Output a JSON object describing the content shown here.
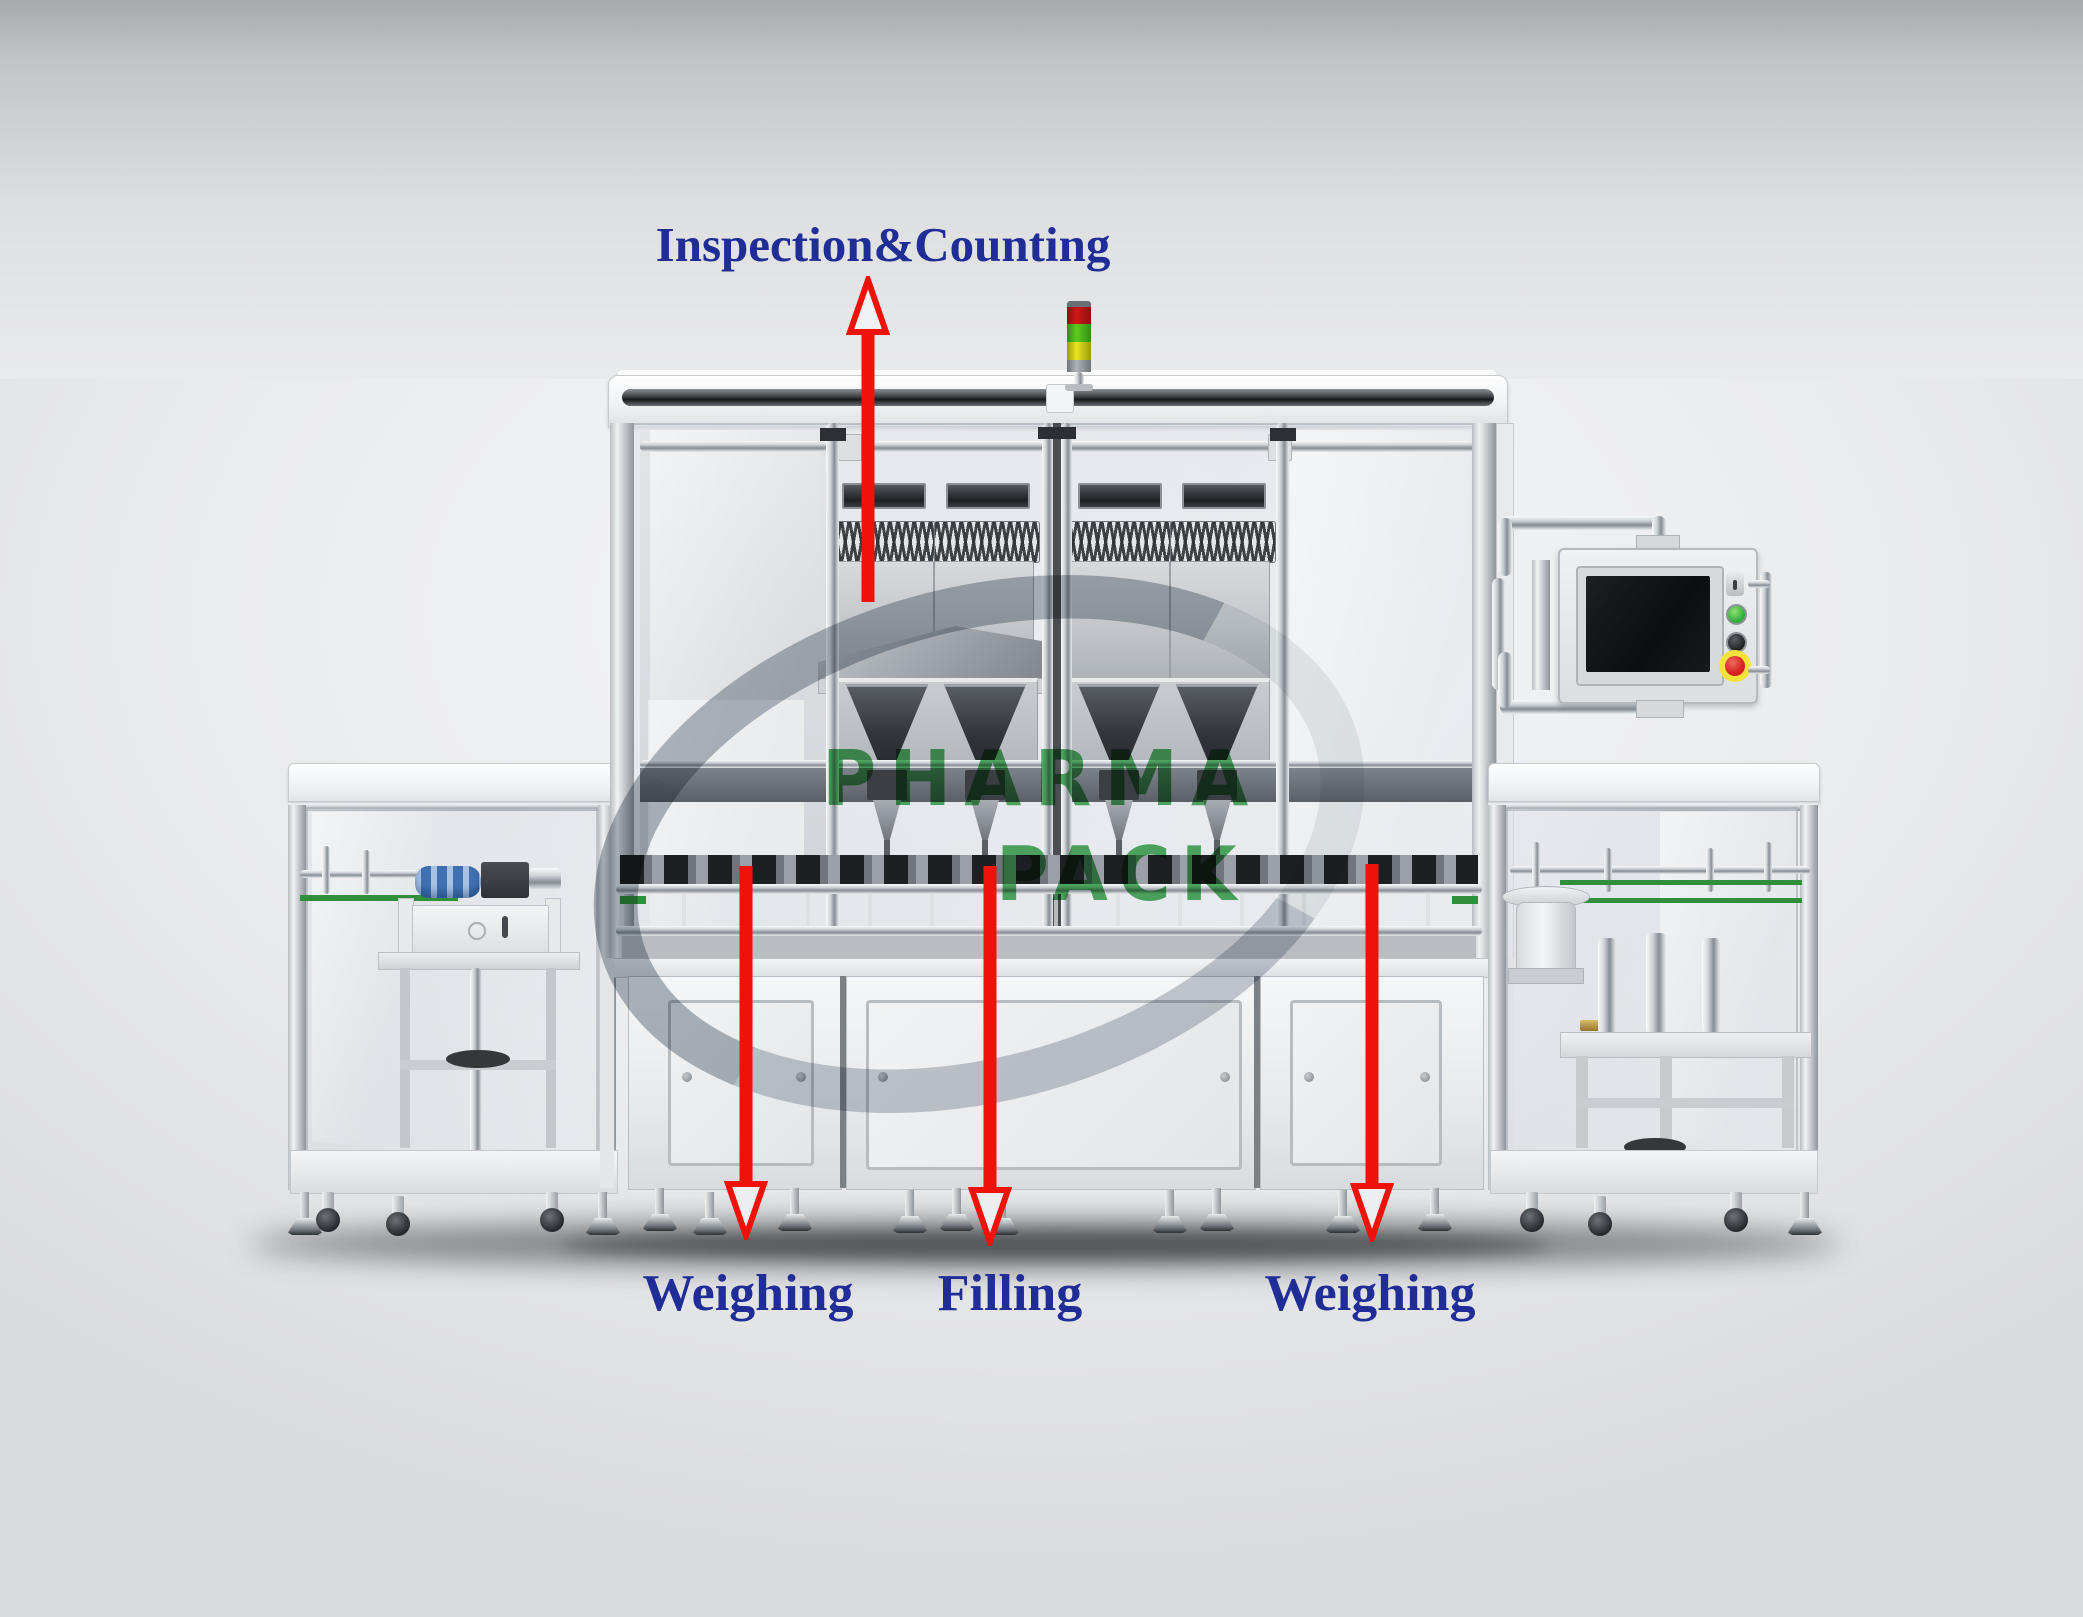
{
  "annotations": {
    "inspection": {
      "label": "Inspection&Counting"
    },
    "weighing_left": {
      "label": "Weighing"
    },
    "filling": {
      "label": "Filling"
    },
    "weighing_right": {
      "label": "Weighing"
    }
  },
  "watermark": {
    "line1": "PHARMA",
    "line2": "PACK"
  },
  "colors": {
    "label-blue": "#212d96",
    "arrow-red": "#ee1208",
    "logo-green": "#2e9e41",
    "tower-red": "#cf1616",
    "tower-green": "#5ecb21",
    "tower-yellow": "#e6e61e",
    "conveyor-green": "#2f8f3a",
    "feeder-blue": "#4e86c6",
    "estop-red": "#d42020",
    "estop-yellow": "#f2e33a",
    "indicator-green": "#2fae3c"
  }
}
